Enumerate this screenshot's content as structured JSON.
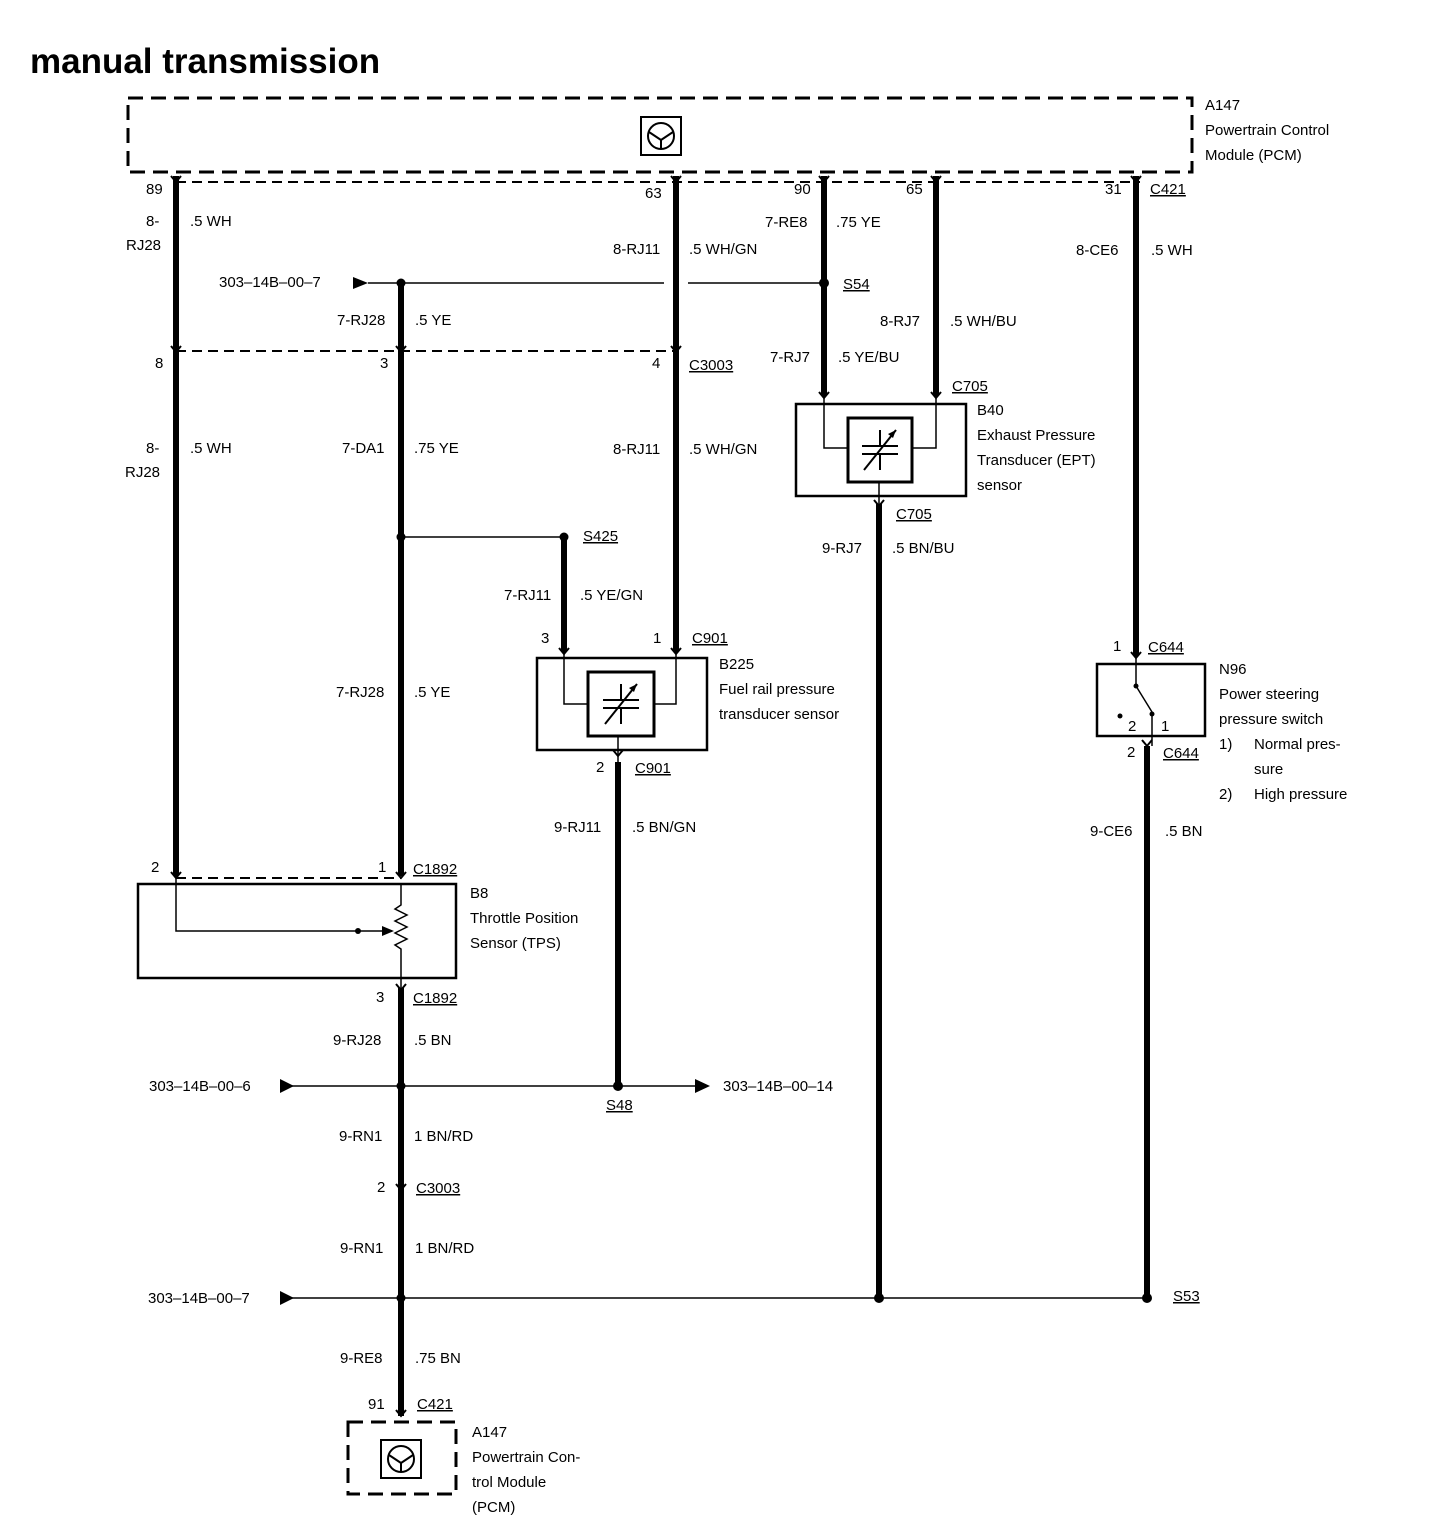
{
  "title": "manual transmission",
  "modules": {
    "pcm_top": {
      "ref": "A147",
      "line1": "Powertrain Control",
      "line2": "Module (PCM)"
    },
    "pcm_bottom": {
      "ref": "A147",
      "line1": "Powertrain Con-",
      "line2": "trol Module",
      "line3": "(PCM)"
    },
    "ept": {
      "ref": "B40",
      "line1": "Exhaust Pressure",
      "line2": "Transducer (EPT)",
      "line3": "sensor"
    },
    "frp": {
      "ref": "B225",
      "line1": "Fuel rail pressure",
      "line2": "transducer sensor"
    },
    "psp": {
      "ref": "N96",
      "line1": "Power steering",
      "line2": "pressure switch",
      "note1_num": "1)",
      "note1a": "Normal pres-",
      "note1b": "sure",
      "note2_num": "2)",
      "note2": "High pressure"
    },
    "tps": {
      "ref": "B8",
      "line1": "Throttle Position",
      "line2": "Sensor (TPS)"
    }
  },
  "pins": {
    "p89": "89",
    "p63": "63",
    "p90": "90",
    "p65": "65",
    "p31": "31",
    "p8": "8",
    "p3a": "3",
    "p4": "4",
    "p3b": "3",
    "p1a": "1",
    "p2a": "2",
    "p1b": "1",
    "p2b": "2",
    "p2c": "2",
    "p1c": "1",
    "p3c": "3",
    "p2d": "2",
    "p91": "91",
    "sw1": "1",
    "sw2": "2"
  },
  "connectors": {
    "c421_top": "C421",
    "c3003_top": "C3003",
    "c705_top": "C705",
    "c705_bot": "C705",
    "c901_top": "C901",
    "c901_bot": "C901",
    "c644_top": "C644",
    "c644_bot": "C644",
    "c1892_top": "C1892",
    "c1892_bot": "C1892",
    "c3003_bot": "C3003",
    "c421_bot": "C421"
  },
  "splices": {
    "s54": "S54",
    "s425": "S425",
    "s48": "S48",
    "s53": "S53"
  },
  "references": {
    "ref_s54": "303–14B–00–7",
    "ref_s48_in": "303–14B–00–6",
    "ref_s48_out": "303–14B–00–14",
    "ref_s53": "303–14B–00–7"
  },
  "wires": {
    "w1_code_a": "8-",
    "w1_code_b": "RJ28",
    "w1_spec": ".5 WH",
    "w2_code": "8-RJ11",
    "w2_spec": ".5 WH/GN",
    "w3_code": "7-RE8",
    "w3_spec": ".75 YE",
    "w4_code": "8-CE6",
    "w4_spec": ".5 WH",
    "w5_code": "7-RJ28",
    "w5_spec": ".5 YE",
    "w6_code": "8-RJ7",
    "w6_spec": ".5 WH/BU",
    "w7_code": "7-RJ7",
    "w7_spec": ".5 YE/BU",
    "w8_code_a": "8-",
    "w8_code_b": "RJ28",
    "w8_spec": ".5 WH",
    "w9_code": "7-DA1",
    "w9_spec": ".75 YE",
    "w10_code": "8-RJ11",
    "w10_spec": ".5 WH/GN",
    "w11_code": "9-RJ7",
    "w11_spec": ".5 BN/BU",
    "w12_code": "7-RJ11",
    "w12_spec": ".5 YE/GN",
    "w13_code": "7-RJ28",
    "w13_spec": ".5 YE",
    "w14_code": "9-RJ11",
    "w14_spec": ".5 BN/GN",
    "w15_code": "9-CE6",
    "w15_spec": ".5 BN",
    "w16_code": "9-RJ28",
    "w16_spec": ".5 BN",
    "w17_code": "9-RN1",
    "w17_spec": "1 BN/RD",
    "w18_code": "9-RN1",
    "w18_spec": "1 BN/RD",
    "w19_code": "9-RE8",
    "w19_spec": ".75 BN"
  }
}
